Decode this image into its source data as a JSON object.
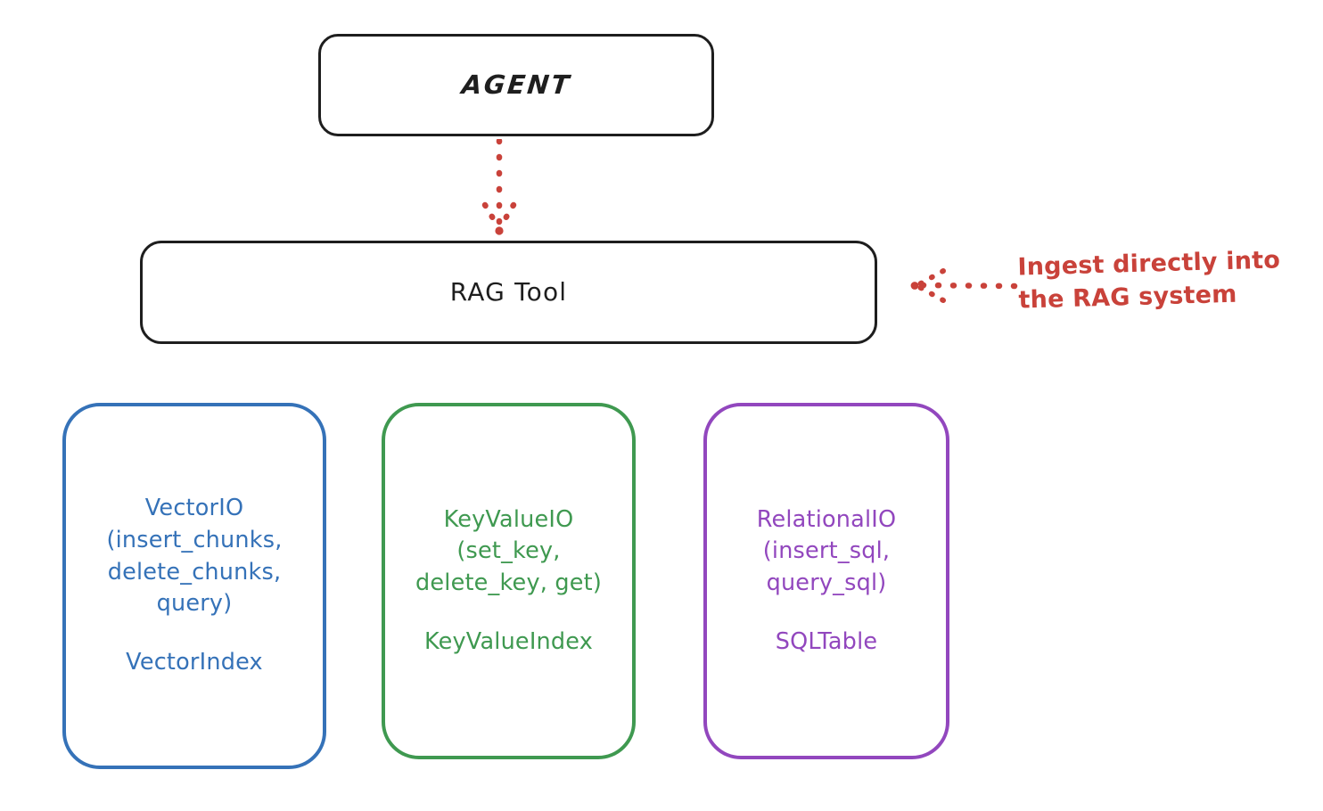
{
  "diagram": {
    "title": "RAG Tool architecture diagram",
    "background": "#ffffff",
    "nodes": {
      "agent": {
        "label": "AGENT",
        "color": "#1e1e1e",
        "shape": "rounded-rectangle"
      },
      "rag_tool": {
        "label": "RAG Tool",
        "color": "#1e1e1e",
        "shape": "rounded-rectangle"
      },
      "vector_io": {
        "api_label": "VectorIO\n(insert_chunks,\ndelete_chunks,\nquery)",
        "index_label": "VectorIndex",
        "color": "#3572b8",
        "shape": "rounded-rectangle"
      },
      "key_value_io": {
        "api_label": "KeyValueIO\n(set_key,\ndelete_key, get)",
        "index_label": "KeyValueIndex",
        "color": "#3f9950",
        "shape": "rounded-rectangle"
      },
      "relational_io": {
        "api_label": "RelationalIO\n(insert_sql,\nquery_sql)",
        "index_label": "SQLTable",
        "color": "#9247be",
        "shape": "rounded-rectangle"
      }
    },
    "annotations": {
      "ingest_note": {
        "text": "Ingest directly into\nthe RAG system",
        "color": "#c9423a"
      }
    },
    "connectors": {
      "agent_to_rag_tool": {
        "style": "dotted",
        "color": "#c9423a",
        "direction": "down",
        "arrowhead": true
      },
      "note_to_rag_tool": {
        "style": "dotted",
        "color": "#c9423a",
        "direction": "left",
        "arrowhead": true
      }
    }
  }
}
